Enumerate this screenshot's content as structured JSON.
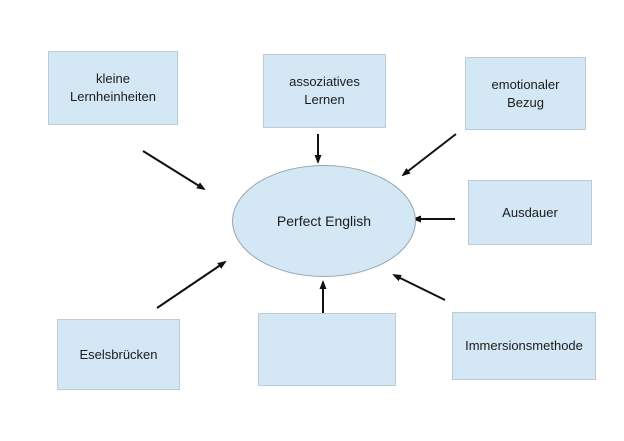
{
  "diagram": {
    "center": {
      "label": "Perfect English"
    },
    "nodes": [
      {
        "id": "kleine-lerneinheiten",
        "label": "kleine Lernheinheiten"
      },
      {
        "id": "assoziatives-lernen",
        "label": "assoziatives Lernen"
      },
      {
        "id": "emotionaler-bezug",
        "label": "emotionaler Bezug"
      },
      {
        "id": "ausdauer",
        "label": "Ausdauer"
      },
      {
        "id": "immersionsmethode",
        "label": "Immersionsmethode"
      },
      {
        "id": "empty-box",
        "label": ""
      },
      {
        "id": "eselsbruecken",
        "label": "Eselsbrücken"
      }
    ],
    "colors": {
      "background": "#ffffff",
      "node_fill": "#d4e7f4",
      "node_border": "#bfcbd2",
      "ellipse_border": "#99a4ab",
      "arrow": "#111111",
      "text": "#1c1c1c"
    }
  }
}
